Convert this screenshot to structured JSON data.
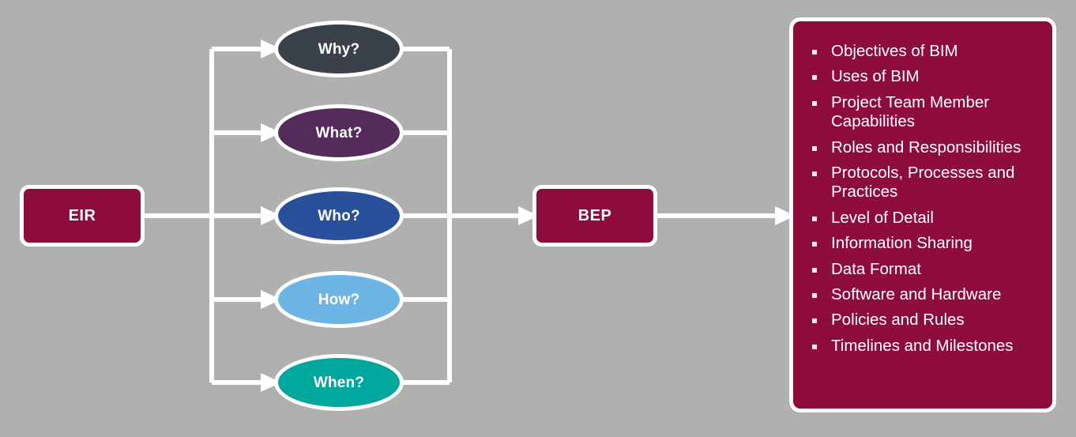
{
  "diagram": {
    "title": "EIR to BEP information requirements flow",
    "background_color": "#b0b0b0",
    "line_color": "#ffffff"
  },
  "nodes": {
    "start": {
      "label": "EIR",
      "color": "#8d0b3d"
    },
    "end": {
      "label": "BEP",
      "color": "#8d0b3d"
    },
    "questions": [
      {
        "label": "Why?",
        "color": "#3b4149"
      },
      {
        "label": "What?",
        "color": "#532c5a"
      },
      {
        "label": "Who?",
        "color": "#2a4f9b"
      },
      {
        "label": "How?",
        "color": "#6cb5e4"
      },
      {
        "label": "When?",
        "color": "#00a79d"
      }
    ]
  },
  "panel": {
    "color": "#8d0b3d",
    "bullet_color": "#f2e9e4",
    "items": [
      "Objectives of BIM",
      "Uses of BIM",
      "Project Team Member Capabilities",
      "Roles and Responsibilities",
      "Protocols, Processes and Practices",
      "Level of Detail",
      "Information Sharing",
      "Data Format",
      "Software and Hardware",
      "Policies and Rules",
      "Timelines and Milestones"
    ]
  }
}
